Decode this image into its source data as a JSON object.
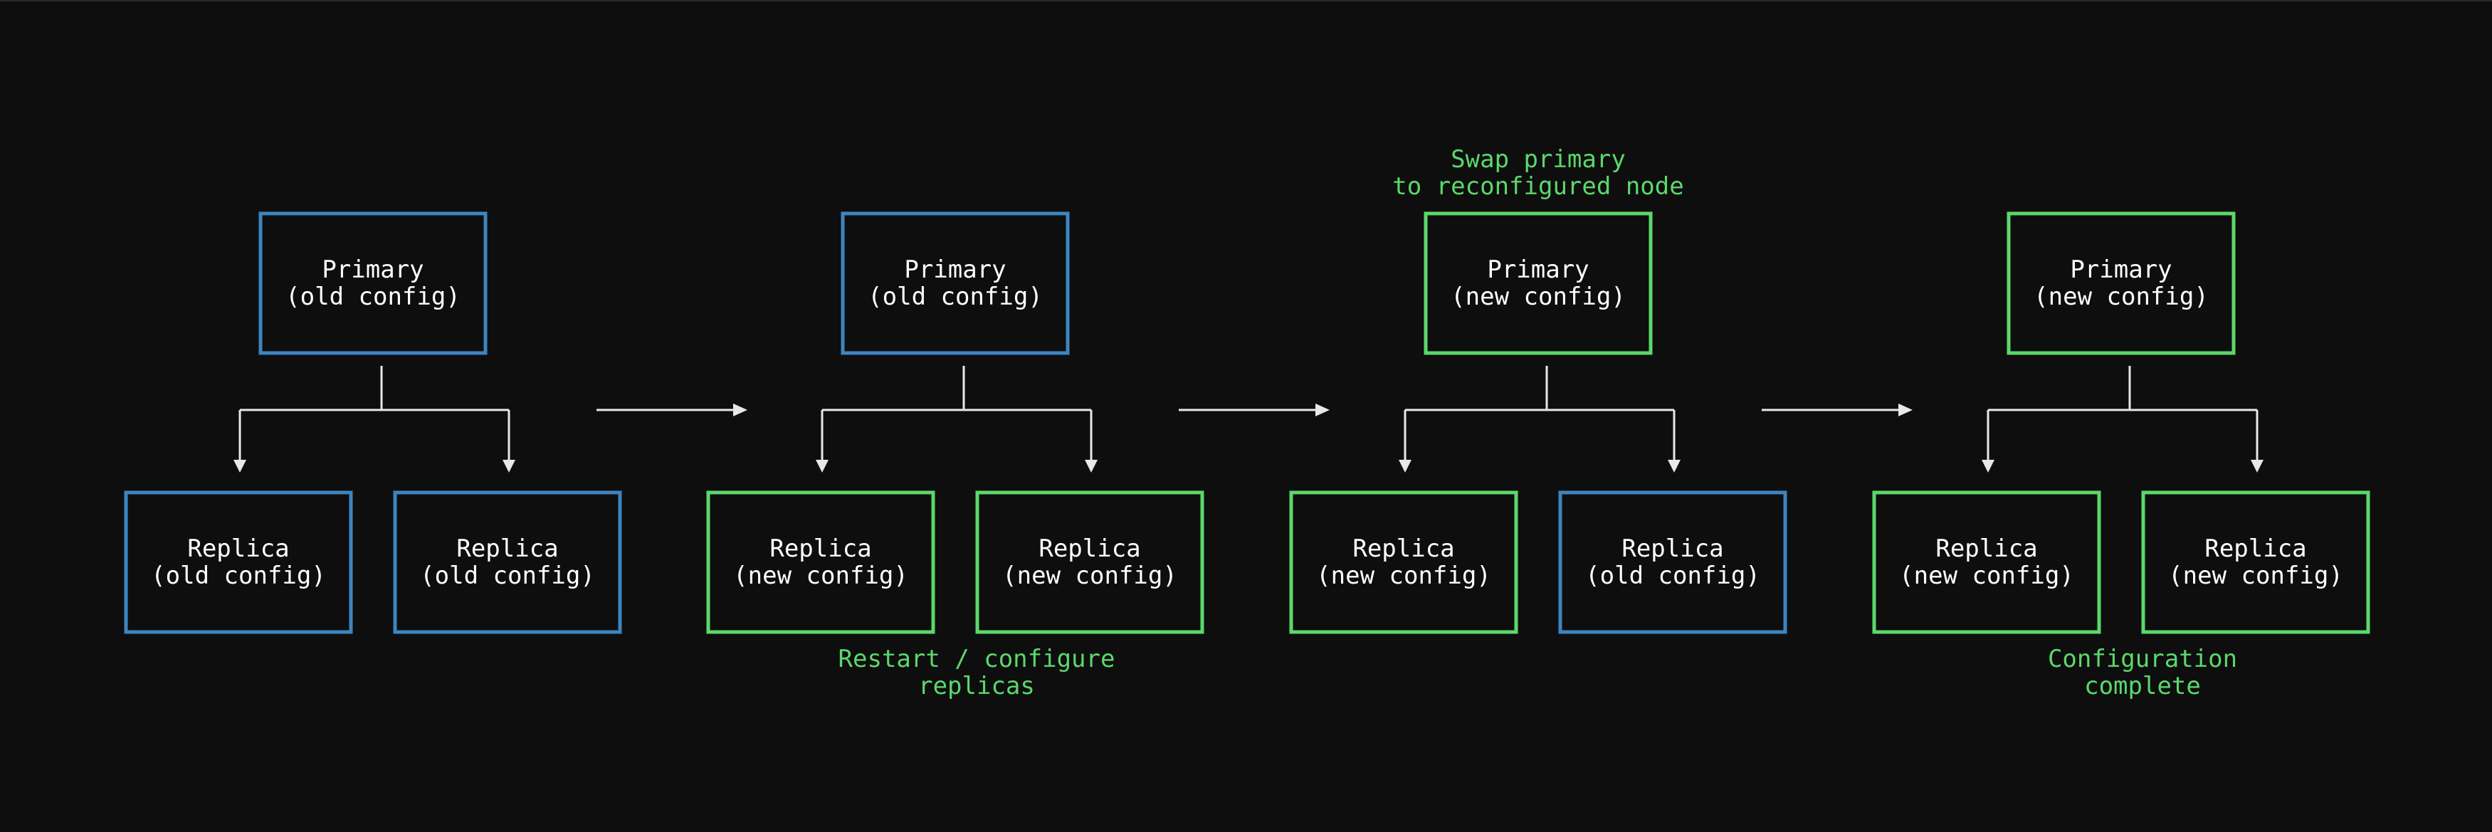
{
  "colors": {
    "background": "#0e0e0e",
    "old_config": "#3d85c0",
    "new_config": "#5bd86b",
    "text": "#ffffff",
    "caption": "#5bd86b",
    "connector": "#e8e8e8"
  },
  "stages": [
    {
      "primary": {
        "lines": [
          "Primary",
          "(old config)"
        ],
        "state": "old_config"
      },
      "replicas": [
        {
          "lines": [
            "Replica",
            "(old config)"
          ],
          "state": "old_config"
        },
        {
          "lines": [
            "Replica",
            "(old config)"
          ],
          "state": "old_config"
        }
      ],
      "caption": null
    },
    {
      "primary": {
        "lines": [
          "Primary",
          "(old config)"
        ],
        "state": "old_config"
      },
      "replicas": [
        {
          "lines": [
            "Replica",
            "(new config)"
          ],
          "state": "new_config"
        },
        {
          "lines": [
            "Replica",
            "(new config)"
          ],
          "state": "new_config"
        }
      ],
      "caption": {
        "position": "below",
        "lines": [
          "Restart / configure",
          "replicas"
        ]
      }
    },
    {
      "primary": {
        "lines": [
          "Primary",
          "(new config)"
        ],
        "state": "new_config"
      },
      "replicas": [
        {
          "lines": [
            "Replica",
            "(new config)"
          ],
          "state": "new_config"
        },
        {
          "lines": [
            "Replica",
            "(old config)"
          ],
          "state": "old_config"
        }
      ],
      "caption": {
        "position": "above",
        "lines": [
          "Swap primary",
          "to reconfigured node"
        ]
      }
    },
    {
      "primary": {
        "lines": [
          "Primary",
          "(new config)"
        ],
        "state": "new_config"
      },
      "replicas": [
        {
          "lines": [
            "Replica",
            "(new config)"
          ],
          "state": "new_config"
        },
        {
          "lines": [
            "Replica",
            "(new config)"
          ],
          "state": "new_config"
        }
      ],
      "caption": {
        "position": "below",
        "lines": [
          "Configuration",
          "complete"
        ]
      }
    }
  ]
}
